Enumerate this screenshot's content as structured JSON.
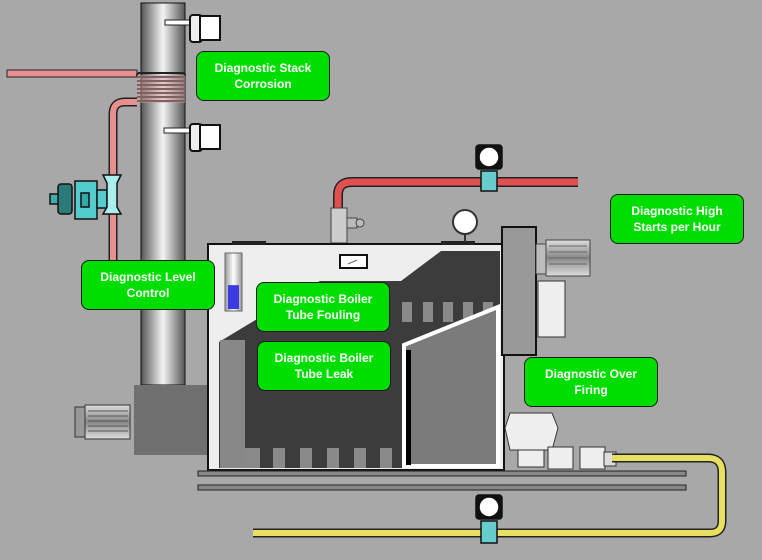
{
  "diagnostics": {
    "stack_corrosion": "Diagnostic Stack Corrosion",
    "high_starts": "Diagnostic High Starts per Hour",
    "level_control": "Diagnostic Level Control",
    "tube_fouling": "Diagnostic Boiler Tube Fouling",
    "tube_leak": "Diagnostic Boiler Tube Leak",
    "over_firing": "Diagnostic Over Firing"
  },
  "colors": {
    "background": "#a8a8a8",
    "button_green": "#00dd00",
    "steam_pipe": "#e05050",
    "feedwater_pipe": "#e89090",
    "fuel_pipe": "#e8e060",
    "level_fill": "#3a3ae0"
  },
  "gauges": {
    "drum_level_fraction": 0.45
  },
  "icons": [
    "stack",
    "transmitter-icon",
    "pump-icon",
    "valve-icon",
    "motor-icon",
    "pressure-gauge-icon",
    "sight-glass-icon"
  ]
}
